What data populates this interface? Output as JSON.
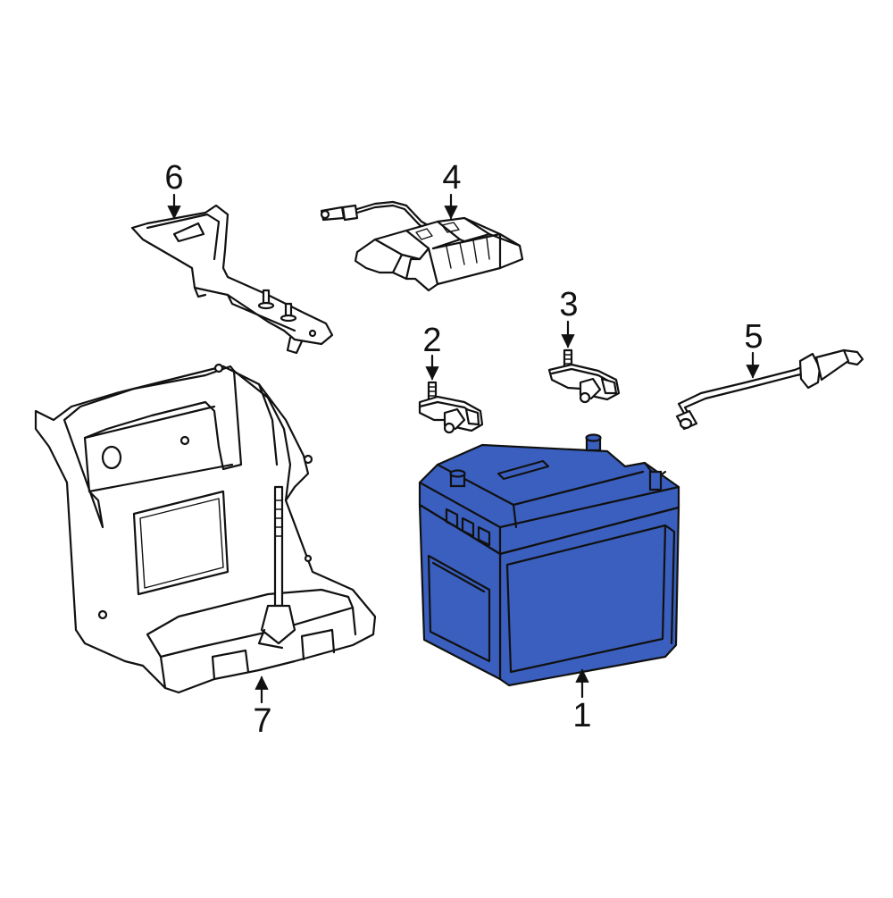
{
  "colors": {
    "highlight": "#3a5fbf",
    "line": "#111111",
    "background": "#ffffff"
  },
  "callouts": [
    {
      "id": "1",
      "label": "1",
      "part": "battery"
    },
    {
      "id": "2",
      "label": "2",
      "part": "negative-terminal"
    },
    {
      "id": "3",
      "label": "3",
      "part": "positive-terminal"
    },
    {
      "id": "4",
      "label": "4",
      "part": "fuse-block-with-cable"
    },
    {
      "id": "5",
      "label": "5",
      "part": "vent-hose"
    },
    {
      "id": "6",
      "label": "6",
      "part": "hold-down-bracket"
    },
    {
      "id": "7",
      "label": "7",
      "part": "battery-tray"
    }
  ]
}
